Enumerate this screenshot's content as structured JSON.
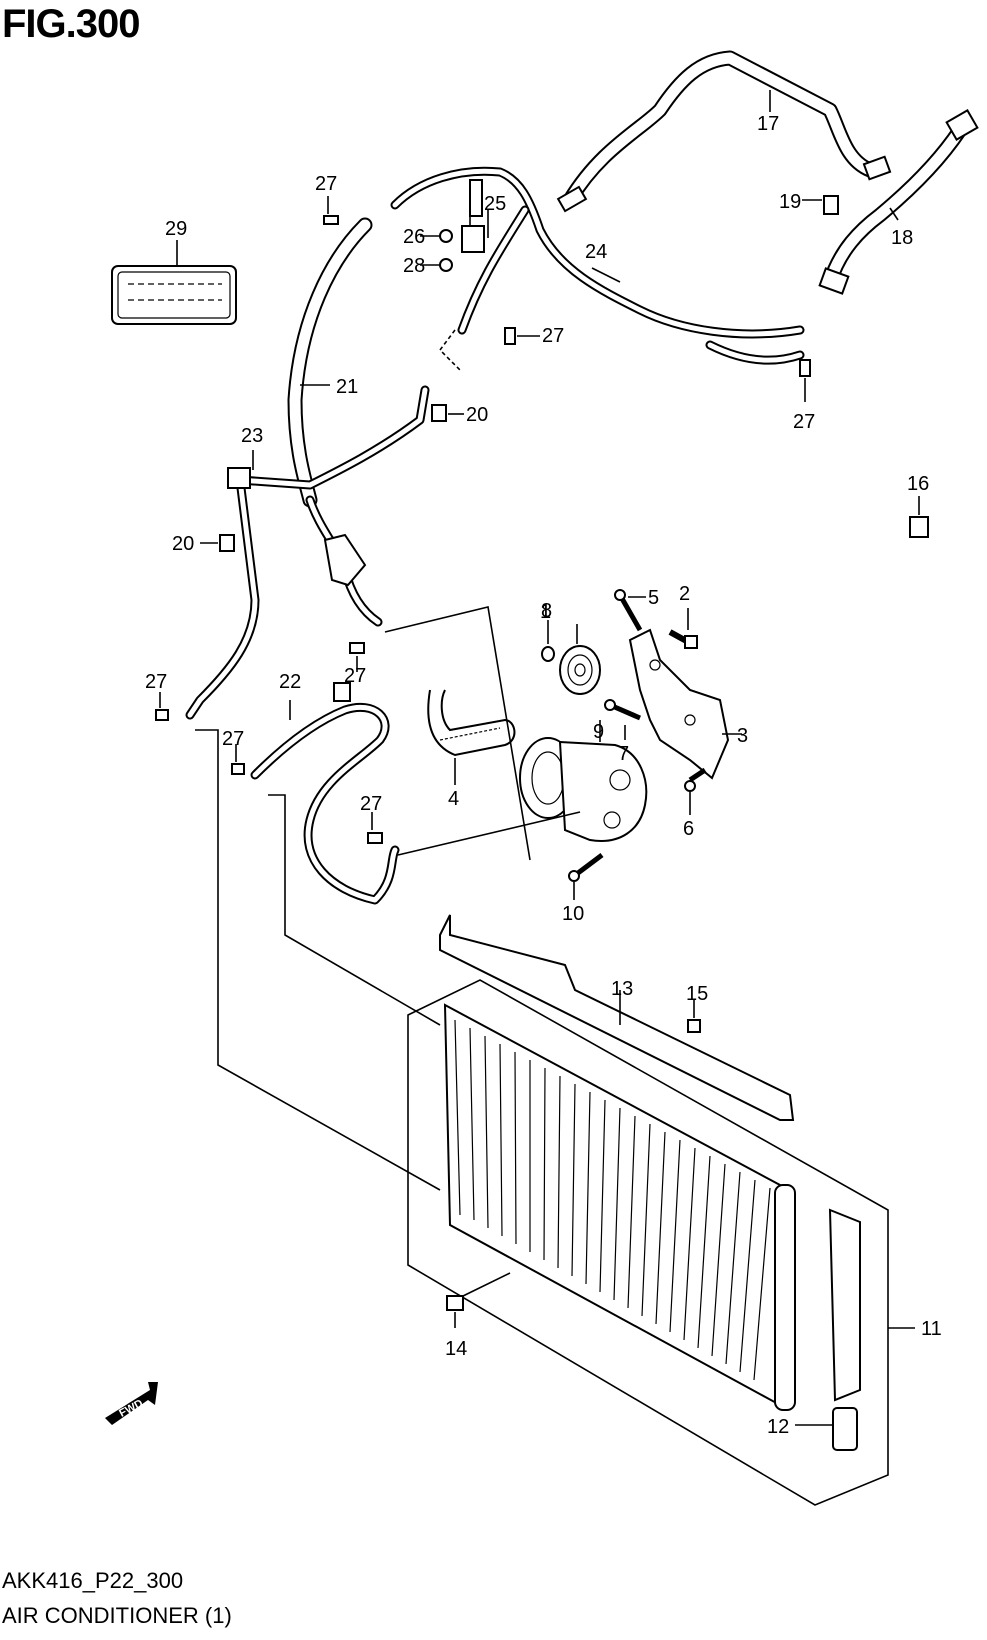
{
  "figure": {
    "title": "FIG.300",
    "code": "AKK416_P22_300",
    "name": "AIR CONDITIONER (1)"
  },
  "labels": {
    "p1": "1",
    "p2": "2",
    "p3": "3",
    "p4": "4",
    "p5": "5",
    "p6": "6",
    "p7": "7",
    "p8": "8",
    "p9": "9",
    "p10": "10",
    "p11": "11",
    "p12": "12",
    "p13": "13",
    "p14": "14",
    "p15": "15",
    "p16": "16",
    "p17": "17",
    "p18": "18",
    "p19": "19",
    "p20a": "20",
    "p20b": "20",
    "p21": "21",
    "p22": "22",
    "p23": "23",
    "p24": "24",
    "p25": "25",
    "p26": "26",
    "p27a": "27",
    "p27b": "27",
    "p27c": "27",
    "p27d": "27",
    "p27e": "27",
    "p27f": "27",
    "p27g": "27",
    "p28": "28",
    "p29": "29"
  },
  "direction_arrow": "FWD"
}
